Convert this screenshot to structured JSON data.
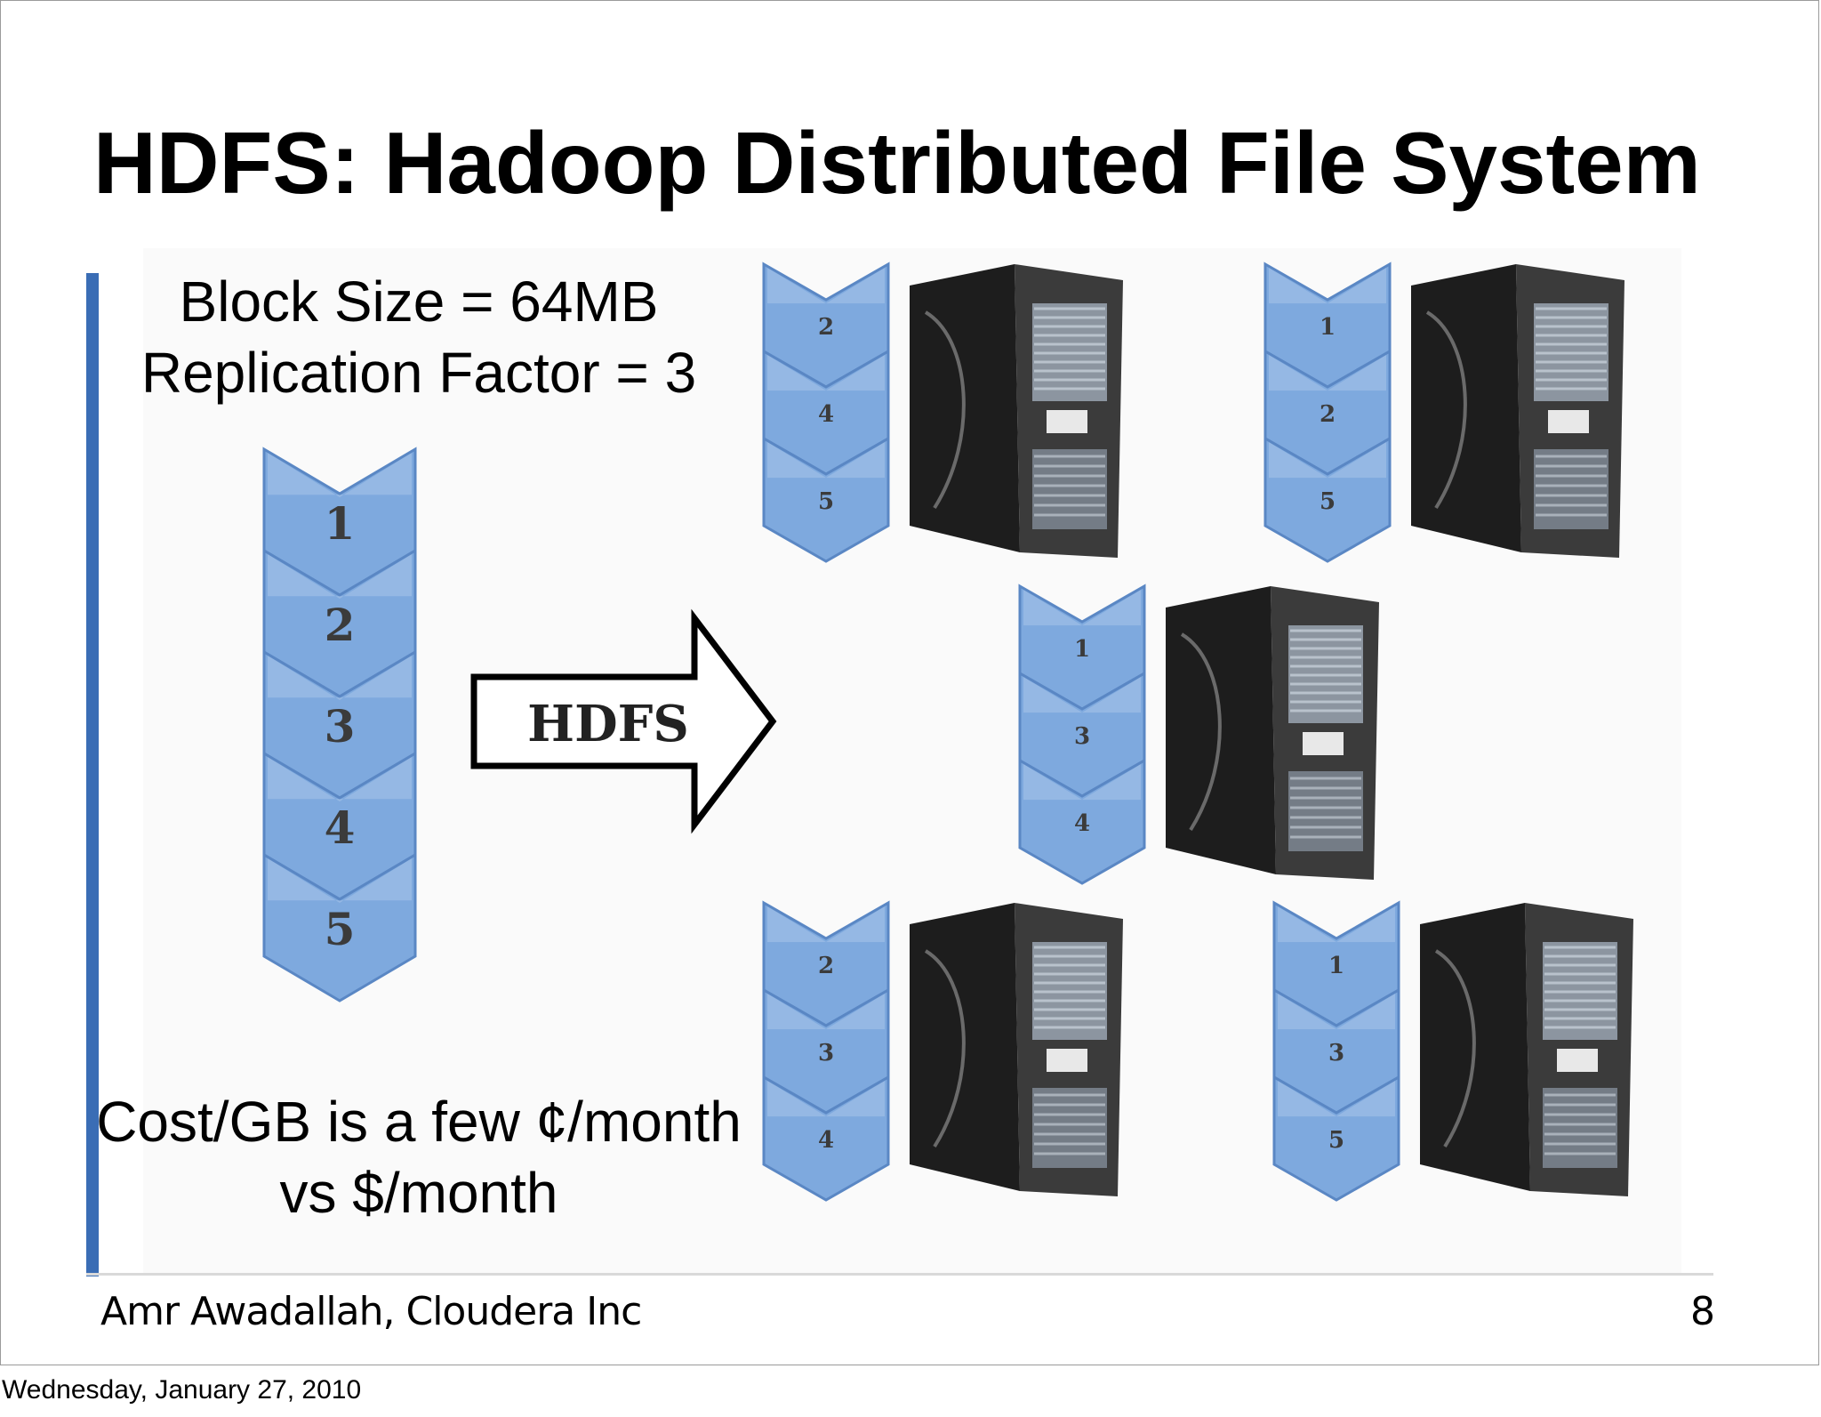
{
  "slide": {
    "title": "HDFS: Hadoop Distributed File System",
    "block_size": "Block Size = 64MB",
    "replication": "Replication Factor = 3",
    "cost_line1": "Cost/GB is a few ¢/month",
    "cost_line2": "vs $/month",
    "footer_author": "Amr Awadallah, Cloudera Inc",
    "page_number": "8"
  },
  "date_caption": "Wednesday, January 27, 2010",
  "diagram": {
    "file_blocks": [
      "1",
      "2",
      "3",
      "4",
      "5"
    ],
    "arrow_label": "HDFS",
    "servers": [
      {
        "name": "top-left",
        "blocks": [
          "2",
          "4",
          "5"
        ]
      },
      {
        "name": "top-right",
        "blocks": [
          "1",
          "2",
          "5"
        ]
      },
      {
        "name": "middle",
        "blocks": [
          "1",
          "3",
          "4"
        ]
      },
      {
        "name": "bottom-left",
        "blocks": [
          "2",
          "3",
          "4"
        ]
      },
      {
        "name": "bottom-right",
        "blocks": [
          "1",
          "3",
          "5"
        ]
      }
    ]
  },
  "colors": {
    "accent_bar": "#3a6db5",
    "chevron_fill": "#7ea9de",
    "chevron_edge": "#5a87c4",
    "server_body": "#2a2a2a"
  }
}
